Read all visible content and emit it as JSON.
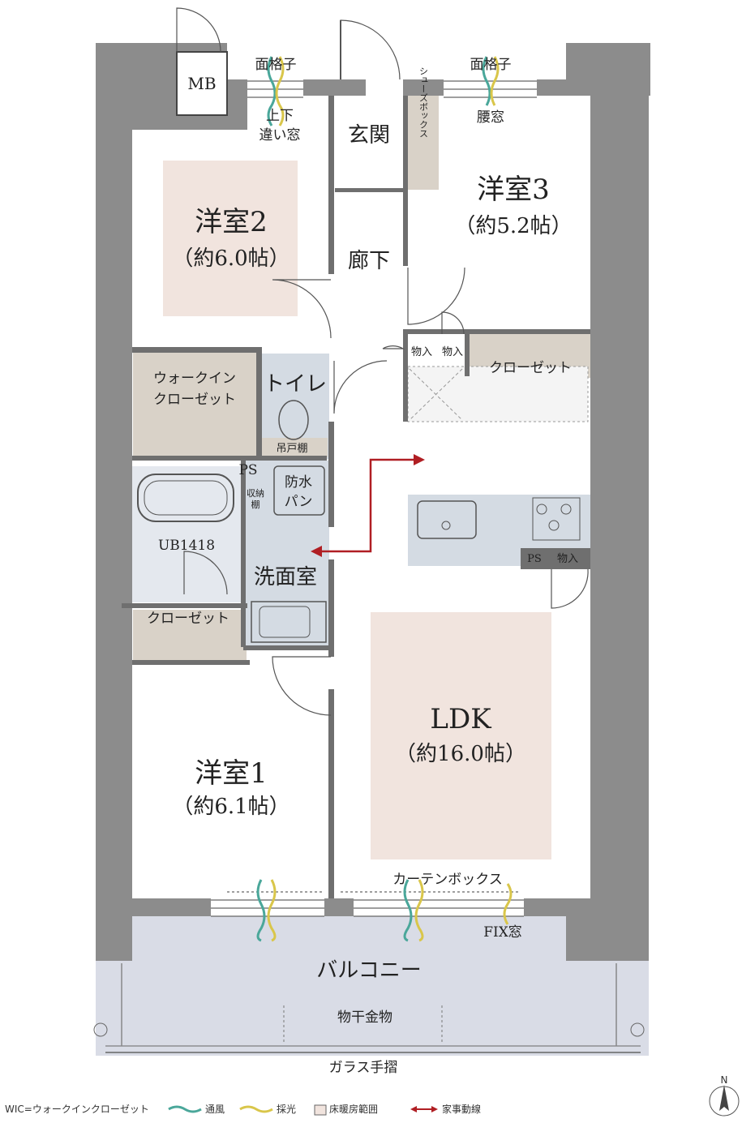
{
  "rooms": {
    "mb": "MB",
    "genkan": "玄関",
    "shoes_box": "シューズボックス",
    "room2_name": "洋室2",
    "room2_size": "（約6.0帖）",
    "room3_name": "洋室3",
    "room3_size": "（約5.2帖）",
    "rouka": "廊下",
    "wic": "ウォークイン\nクローゼット",
    "toilet": "トイレ",
    "tsuridana": "吊戸棚",
    "ps_top": "PS",
    "bousui_pan": "防水\nパン",
    "shuunou_dana": "収納\n棚",
    "ub": "UB1418",
    "senmenshitsu": "洗面室",
    "closet_left": "クローゼット",
    "closet_right": "クローゼット",
    "monoire_1": "物入",
    "monoire_2": "物入",
    "monoire_3": "物入",
    "ps_kitchen": "PS",
    "room1_name": "洋室1",
    "room1_size": "（約6.1帖）",
    "ldk_name": "LDK",
    "ldk_size": "（約16.0帖）",
    "curtain_box": "カーテンボックス",
    "fix_window": "FIX窓",
    "balcony": "バルコニー",
    "monohoshi": "物干金物",
    "glass_rail": "ガラス手摺"
  },
  "windows": {
    "menkoushi_left": "面格子",
    "jouge_chigai": "上下\n違い窓",
    "menkoushi_right": "面格子",
    "koshimado": "腰窓"
  },
  "legend": {
    "wic_note": "WIC=ウォークインクローゼット",
    "tsuufuu": "通風",
    "saikou": "採光",
    "yukadanbou": "床暖房範囲",
    "kaji_dousen": "家事動線"
  },
  "compass": {
    "north": "N"
  },
  "colors": {
    "wall": "#8c8c8c",
    "floor_heat": "#f1e4de",
    "closet": "#d9d2c8",
    "utility": "#d4dbe3",
    "balcony": "#d9dce6",
    "wind": "#4aa79a",
    "light": "#d9c64a",
    "arrow": "#b01e23"
  }
}
